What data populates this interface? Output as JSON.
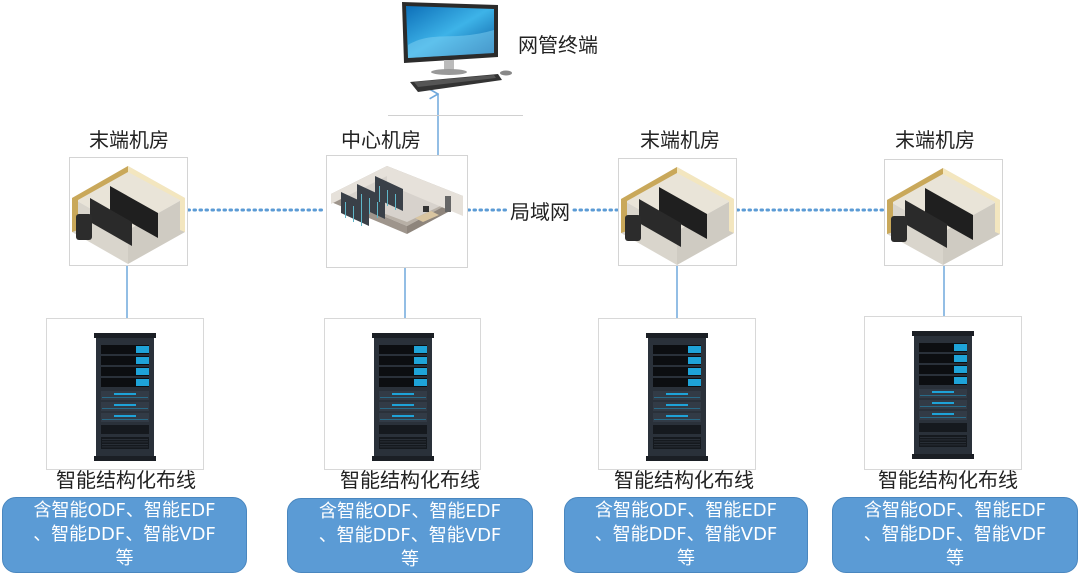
{
  "terminal": {
    "label": "网管终端"
  },
  "network": {
    "label": "局域网",
    "line_color": "#5b9bd5"
  },
  "rooms": [
    {
      "label": "末端机房",
      "type": "terminal-room"
    },
    {
      "label": "中心机房",
      "type": "central-room"
    },
    {
      "label": "末端机房",
      "type": "terminal-room"
    },
    {
      "label": "末端机房",
      "type": "terminal-room"
    }
  ],
  "cabling": [
    {
      "caption": "智能结构化布线",
      "note_lines": [
        "含智能ODF、智能EDF",
        "、智能DDF、智能VDF",
        "等"
      ]
    },
    {
      "caption": "智能结构化布线",
      "note_lines": [
        "含智能ODF、智能EDF",
        "、智能DDF、智能VDF",
        "等"
      ]
    },
    {
      "caption": "智能结构化布线",
      "note_lines": [
        "含智能ODF、智能EDF",
        "、智能DDF、智能VDF",
        "等"
      ]
    },
    {
      "caption": "智能结构化布线",
      "note_lines": [
        "含智能ODF、智能EDF",
        "、智能DDF、智能VDF",
        "等"
      ]
    }
  ],
  "colors": {
    "note_fill": "#5b9bd5",
    "arrow": "#6fa8dc",
    "rack_accent": "#1ea3d8"
  }
}
